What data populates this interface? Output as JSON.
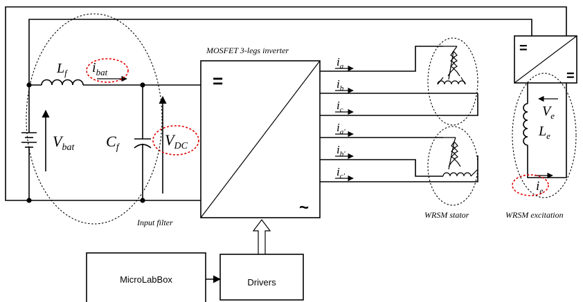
{
  "labels": {
    "Lf_main": "L",
    "Lf_sub": "f",
    "ibat_main": "i",
    "ibat_sub": "bat",
    "Vbat_main": "V",
    "Vbat_sub": "bat",
    "Cf_main": "C",
    "Cf_sub": "f",
    "VDC_main": "V",
    "VDC_sub": "DC",
    "inverter_title": "MOSFET 3-legs inverter",
    "inverter_dc": "=",
    "inverter_ac": "~",
    "input_filter": "Input filter",
    "ia_main": "i",
    "ia_sub": "a",
    "ib_main": "i",
    "ib_sub": "b",
    "ic_main": "i",
    "ic_sub": "c",
    "ia2_main": "i",
    "ia2_sub": "a'",
    "ib2_main": "i",
    "ib2_sub": "b'",
    "ic2_main": "i",
    "ic2_sub": "c'",
    "wrsm_stator": "WRSM stator",
    "wrsm_excitation": "WRSM excitation",
    "conv_top": "=",
    "conv_bottom": "=",
    "Ve_main": "V",
    "Ve_sub": "e",
    "Le_main": "L",
    "Le_sub": "e",
    "ie_main": "i",
    "ie_sub": "e",
    "microlabbox": "MicroLabBox",
    "drivers": "Drivers"
  }
}
